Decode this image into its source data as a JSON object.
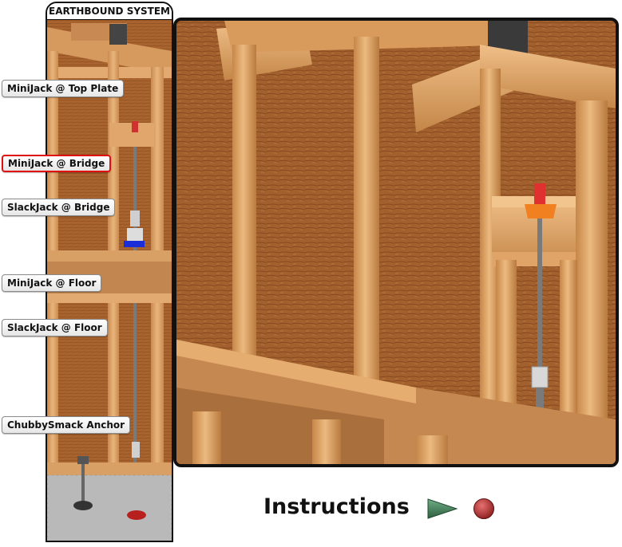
{
  "system": {
    "title": "EARTHBOUND SYSTEM"
  },
  "nav": {
    "items": [
      {
        "label": "MiniJack @ Top Plate"
      },
      {
        "label": "MiniJack @ Bridge"
      },
      {
        "label": "SlackJack @ Bridge"
      },
      {
        "label": "MiniJack @ Floor"
      },
      {
        "label": "SlackJack @ Floor"
      },
      {
        "label": "ChubbySmack Anchor"
      }
    ],
    "active_label": "MiniJack @ Bridge",
    "active_border_color": "#e01010"
  },
  "controls": {
    "instructions_label": "Instructions",
    "play_icon": "play-triangle-icon",
    "stop_icon": "stop-circle-icon",
    "play_color": "#3d7a55",
    "stop_color": "#b83030"
  },
  "colors": {
    "wood": "#d9a066",
    "sheathing": "#9a5a2a",
    "concrete": "#b9b9b9",
    "rod": "#777777",
    "plate_blue": "#1a2ed8",
    "plate_orange": "#f08020"
  }
}
